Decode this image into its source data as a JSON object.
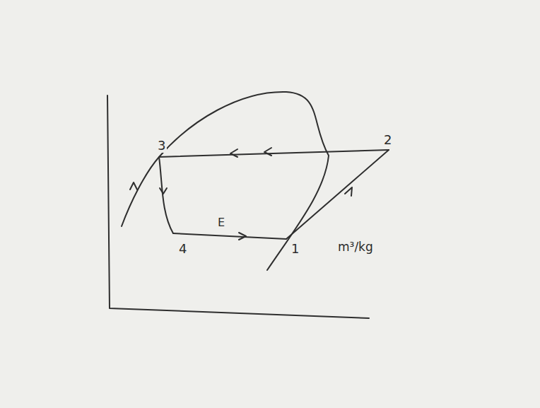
{
  "diagram": {
    "labels": [
      "3",
      "2",
      "4",
      "1",
      "E",
      "m³/kg"
    ]
  }
}
